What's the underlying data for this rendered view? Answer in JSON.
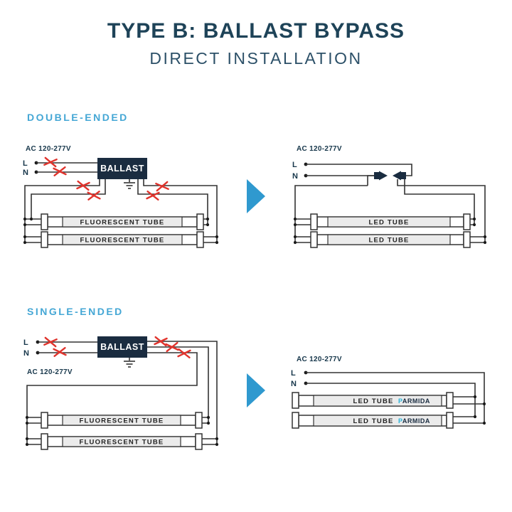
{
  "header": {
    "title": "TYPE B: BALLAST BYPASS",
    "subtitle": "DIRECT INSTALLATION"
  },
  "sections": {
    "double_ended": {
      "heading": "DOUBLE-ENDED",
      "before": {
        "ac_label": "AC 120-277V",
        "line_label": "L",
        "neutral_label": "N",
        "ballast_label": "BALLAST",
        "tube1_label": "FLUORESCENT TUBE",
        "tube2_label": "FLUORESCENT TUBE"
      },
      "after": {
        "ac_label": "AC 120-277V",
        "line_label": "L",
        "neutral_label": "N",
        "tube1_label": "LED TUBE",
        "tube2_label": "LED TUBE"
      }
    },
    "single_ended": {
      "heading": "SINGLE-ENDED",
      "before": {
        "ac_label": "AC 120-277V",
        "line_label": "L",
        "neutral_label": "N",
        "ballast_label": "BALLAST",
        "tube1_label": "FLUORESCENT TUBE",
        "tube2_label": "FLUORESCENT TUBE"
      },
      "after": {
        "ac_label": "AC 120-277V",
        "line_label": "L",
        "neutral_label": "N",
        "tube1_label": "LED TUBE",
        "tube2_label": "LED TUBE",
        "brand_first": "P",
        "brand_rest": "ARMIDA"
      }
    }
  },
  "colors": {
    "title_navy": "#1e4358",
    "heading_blue": "#45a7d5",
    "arrow_blue": "#2f99cf",
    "ballast_navy": "#1a2c40",
    "cut_red": "#e0332c",
    "wire_dark": "#333333",
    "brand_cyan": "#2ab3d9"
  }
}
